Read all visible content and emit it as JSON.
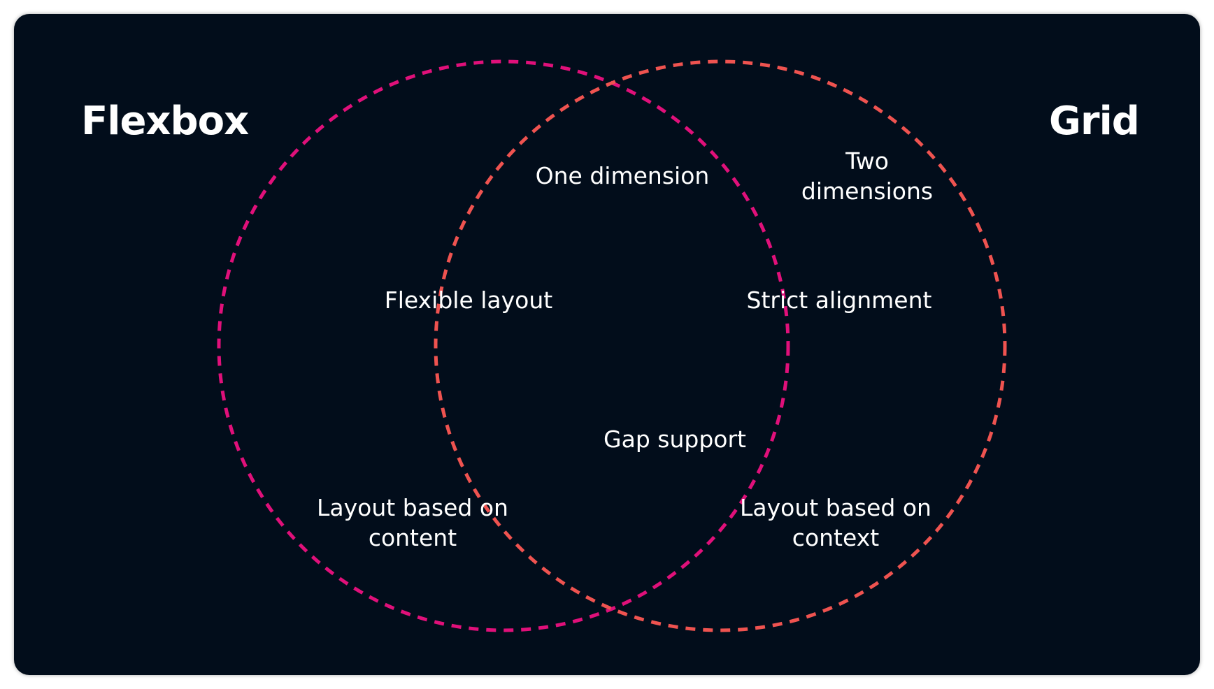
{
  "diagram": {
    "colors": {
      "background": "#020d1b",
      "flexbox_circle": "#e0107a",
      "grid_circle": "#ef5350",
      "text": "#ffffff"
    },
    "sets": {
      "left": "Flexbox",
      "right": "Grid"
    },
    "labels": {
      "one_dimension": "One dimension",
      "two_dimensions_line1": "Two",
      "two_dimensions_line2": "dimensions",
      "flexible_layout": "Flexible layout",
      "strict_alignment": "Strict alignment",
      "gap_support": "Gap support",
      "content_line1": "Layout based on",
      "content_line2": "content",
      "context_line1": "Layout based on",
      "context_line2": "context"
    }
  }
}
